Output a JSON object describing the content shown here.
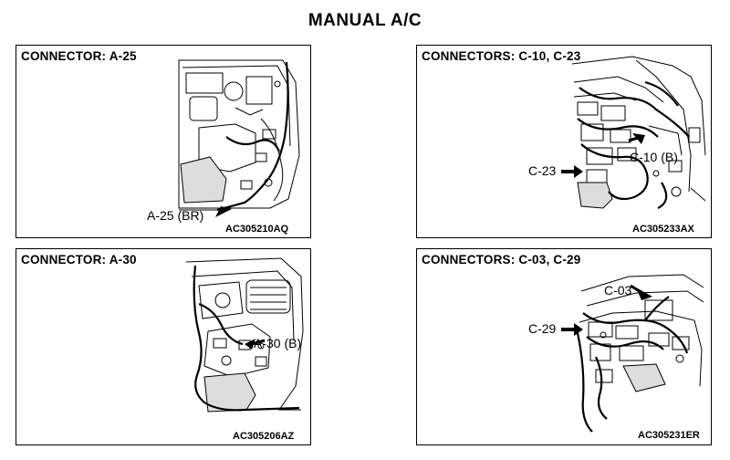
{
  "page": {
    "title": "MANUAL A/C"
  },
  "panels": [
    {
      "title": "CONNECTOR: A-25",
      "callouts": [
        "A-25 (BR)"
      ],
      "code": "AC305210AQ"
    },
    {
      "title": "CONNECTORS: C-10, C-23",
      "callouts": [
        "C-10 (B)",
        "C-23"
      ],
      "code": "AC305233AX"
    },
    {
      "title": "CONNECTOR: A-30",
      "callouts": [
        "A-30 (B)"
      ],
      "code": "AC305206AZ"
    },
    {
      "title": "CONNECTORS: C-03, C-29",
      "callouts": [
        "C-03",
        "C-29"
      ],
      "code": "AC305231ER"
    }
  ]
}
